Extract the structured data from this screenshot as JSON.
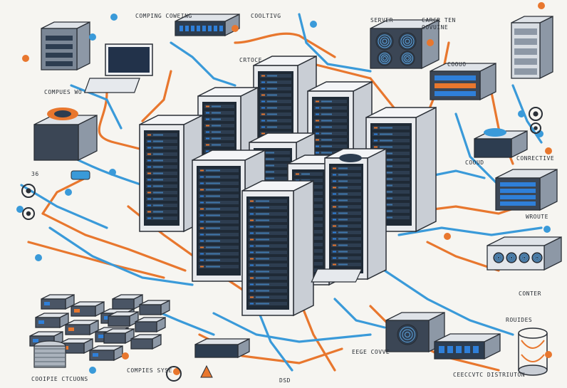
{
  "labels": {
    "computing": "COMPING COWEING",
    "cooling": "COOLTIVG",
    "server": "SERVER",
    "career": "CARCR TEN OOVUINE",
    "storage": "CRTOCE",
    "cloud_top": "COOUO",
    "compute_wo": "COMPUES WO",
    "cloud_mid": "COOUD",
    "connective": "CONRECTIVE",
    "number": "36",
    "router": "WROUTE",
    "center": "CONTER",
    "routes": "ROUIDES",
    "edge": "EEGE COVVE",
    "compute_sys": "COMPIES SYSE",
    "dsd": "DSD",
    "cooling_units": "COOIPIE CTCUONS",
    "electric_distribution": "CEECCVTC DISTRIUTON"
  },
  "colors": {
    "cable_blue": "#3a9ad9",
    "cable_orange": "#e8772e",
    "rack_body": "#e9ebee",
    "rack_dark": "#1f2a36",
    "led_blue": "#2f7fd8"
  }
}
